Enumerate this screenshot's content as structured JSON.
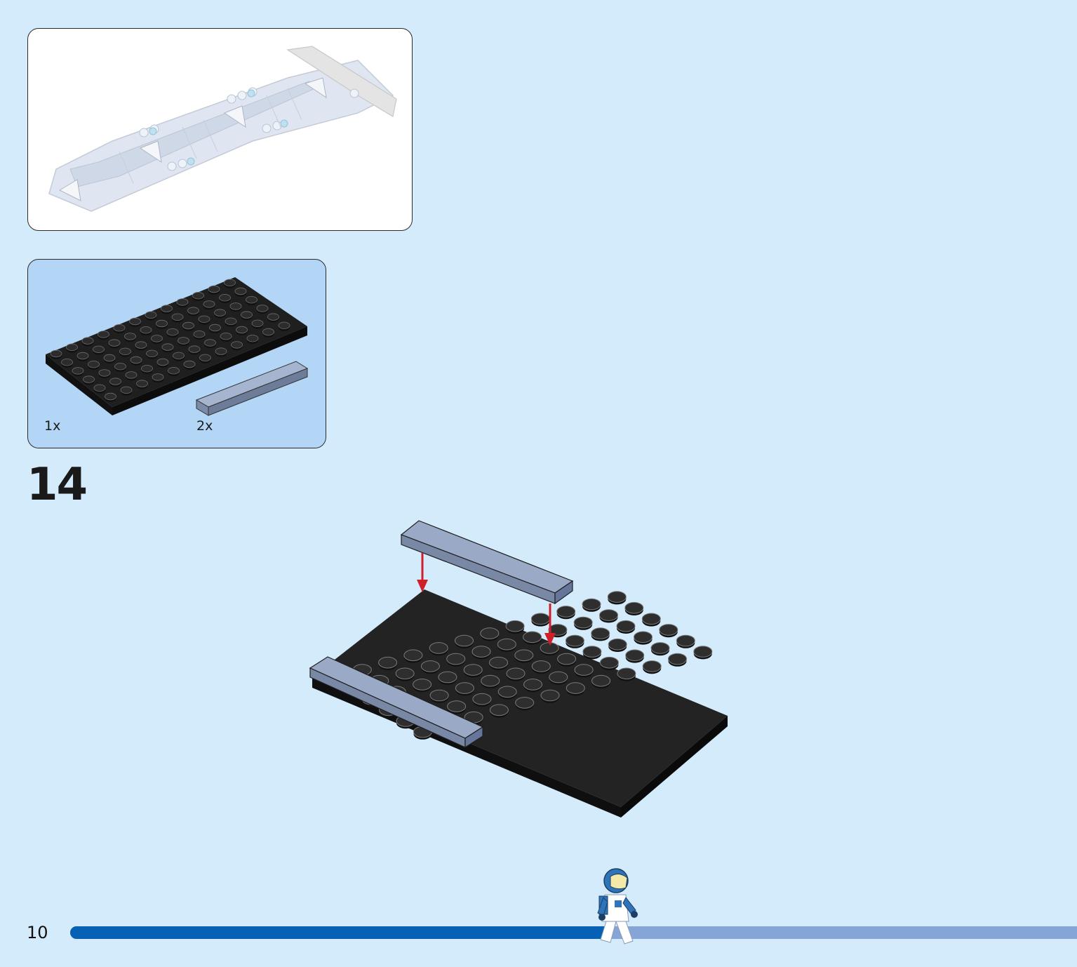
{
  "document": {
    "type": "building-instructions",
    "page_number": "10",
    "step_number": "14",
    "progress_fraction": 0.53
  },
  "parts_callout": {
    "items": [
      {
        "qty": "1x",
        "part": "black-plate-6x12-icon"
      },
      {
        "qty": "2x",
        "part": "sand-blue-tile-1x6-icon"
      }
    ]
  },
  "colors": {
    "background": "#d4ebfb",
    "callout_background": "#b4d6f6",
    "plate_black": "#2a2a2a",
    "tile_sand_blue": "#8ea0bd",
    "arrow_red": "#d01f2b",
    "progress_done": "#0660b3",
    "progress_remaining": "#86a5d7"
  },
  "icons": {
    "submodel": "spaceship-wing-submodel-icon",
    "minifigure": "astronaut-minifigure-icon"
  }
}
